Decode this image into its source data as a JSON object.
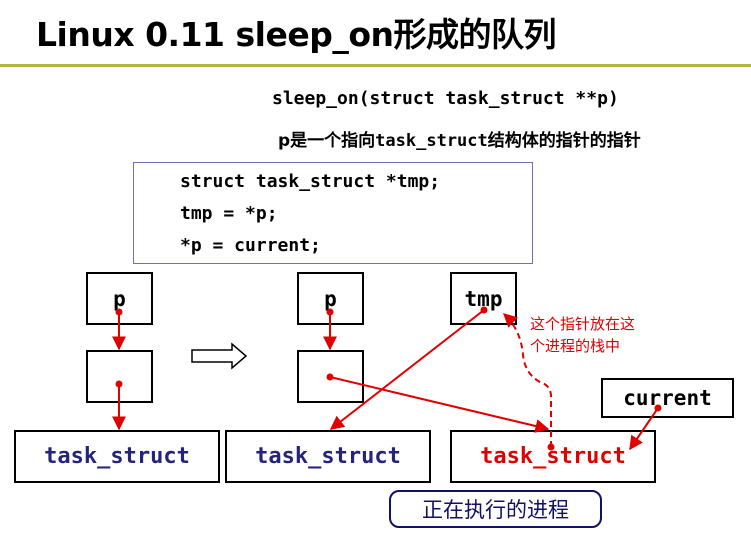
{
  "title": "Linux 0.11 sleep_on形成的队列",
  "signature": "sleep_on(struct task_struct **p)",
  "description": {
    "part1": "p是一个指向",
    "part2": "task_struct",
    "part3": "结构体的指针的指针"
  },
  "code": [
    "struct task_struct *tmp;",
    "tmp = *p;",
    "*p = current;"
  ],
  "before": {
    "p_label": "p",
    "task_label": "task_struct"
  },
  "after": {
    "p_label": "p",
    "tmp_label": "tmp",
    "task_label": "task_struct",
    "current_task_label": "task_struct",
    "current_label": "current"
  },
  "note": [
    "这个指针放在这",
    "个进程的栈中"
  ],
  "callout": "正在执行的进程",
  "colors": {
    "accent_red": "#e00000",
    "navy": "#24247a",
    "rule": "#b3b34a",
    "codebox_border": "#6f6fb3"
  }
}
